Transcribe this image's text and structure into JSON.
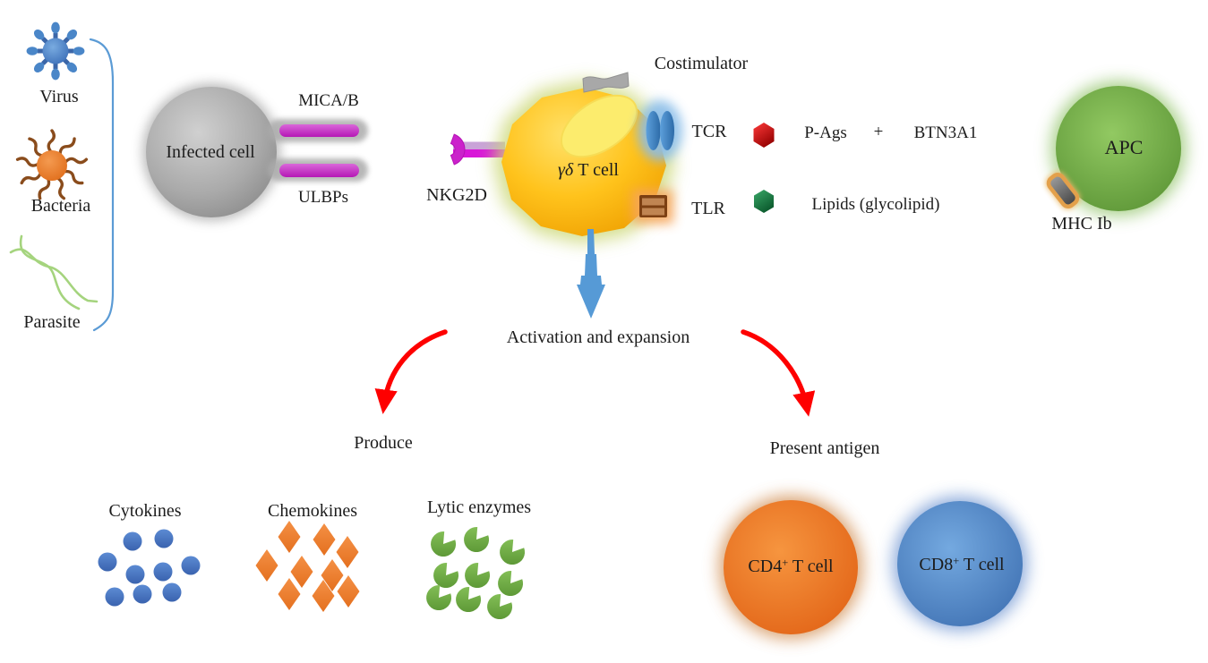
{
  "figure_type": "gamma-delta T cell activation diagram",
  "pathogens": {
    "virus": {
      "label": "Virus"
    },
    "bacteria": {
      "label": "Bacteria"
    },
    "parasite": {
      "label": "Parasite"
    }
  },
  "infected_cell": {
    "label": "Infected cell",
    "ligands": [
      {
        "label": "MICA/B"
      },
      {
        "label": "ULBPs"
      }
    ]
  },
  "t_cell": {
    "name_italic": "γδ",
    "name_rest": " T cell"
  },
  "receptors": {
    "nkg2d": "NKG2D",
    "costimulator": "Costimulator",
    "tcr": "TCR",
    "tlr": "TLR"
  },
  "antigens": {
    "pags": {
      "label": "P-Ags",
      "plus": "+",
      "partner": "BTN3A1"
    },
    "lipids": {
      "label": "Lipids (glycolipid)"
    }
  },
  "apc": {
    "label": "APC",
    "mhc_label": "MHC Ib"
  },
  "flow": {
    "activation": "Activation and expansion",
    "produce": "Produce",
    "present": "Present antigen"
  },
  "products": [
    {
      "label": "Cytokines",
      "shape": "blue-dot",
      "count": 9
    },
    {
      "label": "Chemokines",
      "shape": "orange-diamond",
      "count": 9
    },
    {
      "label": "Lytic enzymes",
      "shape": "green-pacman",
      "count": 9
    }
  ],
  "target_cells": [
    {
      "name": "CD4",
      "sup": "+",
      "suffix": " T cell"
    },
    {
      "name": "CD8",
      "sup": "+",
      "suffix": " T cell"
    }
  ],
  "icons": {
    "virus-icon": "blue spiked sphere",
    "bacteria-icon": "orange sphere with brown flagella",
    "parasite-icon": "green twisted helix",
    "nkg2d-receptor-icon": "magenta C-receptor with stalk",
    "costimulator-icon": "gray ribbon",
    "tcr-icon": "two blue ovals",
    "tlr-icon": "brown striped box",
    "pag-hexagon-icon": "red hexagon",
    "lipid-hexagon-icon": "green hexagon",
    "mhc-ib-icon": "gray tablet with orange rim",
    "down-arrow-icon": "blue tapered arrow",
    "curved-arrow-icon": "red curved arrow"
  },
  "colors": {
    "virus_blue": "#4a86c8",
    "bacteria_orange": "#ec7b2a",
    "flagella_brown": "#8a4c1c",
    "parasite_green": "#a5d47e",
    "bracket_blue": "#5b9bd5",
    "infected_cell_gray": "#a9a9a9",
    "ligand_magenta": "#c433c4",
    "t_cell_yellow": "#ffc31c",
    "nucleus_yellow": "#fcec6d",
    "glow_yellow_green": "#ccd878",
    "tcr_blue": "#2e75b6",
    "tlr_brown": "#7d4012",
    "pag_red": "#cc0f0f",
    "lipid_green": "#1d7a45",
    "apc_green": "#6ea844",
    "mhc_rim_orange": "#e3a04b",
    "arrow_blue": "#569ad6",
    "arrow_red": "#fe0000",
    "cytokine_blue": "#4472c4",
    "chemokine_orange": "#ed7d31",
    "lytic_green": "#70ad47",
    "cd4_orange": "#ed7d31",
    "cd8_blue": "#5b9bd5",
    "text": "#1c1c1c",
    "background": "#ffffff"
  }
}
